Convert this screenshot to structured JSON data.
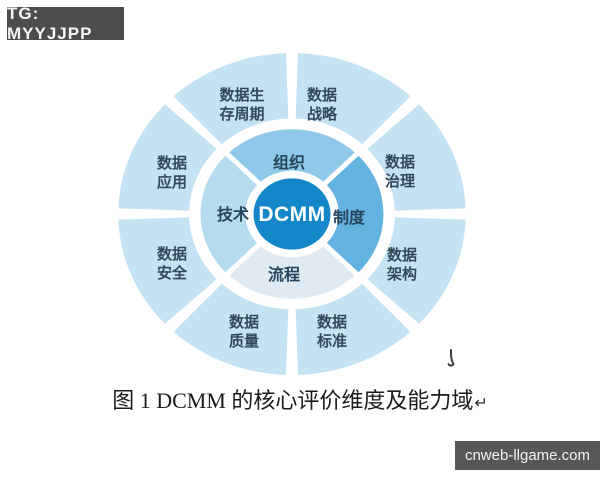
{
  "overlays": {
    "tg_badge": "TG: MYYJJPP",
    "watermark": "cnweb-llgame.com"
  },
  "figure": {
    "caption": "图 1 DCMM 的核心评价维度及能力域",
    "paragraph_mark": "↵"
  },
  "diagram": {
    "center": "DCMM",
    "inner_ring": {
      "top": "组织",
      "right": "制度",
      "bottom": "流程",
      "left": "技术"
    },
    "outer_ring": [
      {
        "id": "data-strategy",
        "line1": "数据",
        "line2": "战略"
      },
      {
        "id": "data-governance",
        "line1": "数据",
        "line2": "治理"
      },
      {
        "id": "data-architecture",
        "line1": "数据",
        "line2": "架构"
      },
      {
        "id": "data-standards",
        "line1": "数据",
        "line2": "标准"
      },
      {
        "id": "data-quality",
        "line1": "数据",
        "line2": "质量"
      },
      {
        "id": "data-security",
        "line1": "数据",
        "line2": "安全"
      },
      {
        "id": "data-application",
        "line1": "数据",
        "line2": "应用"
      },
      {
        "id": "data-lifecycle",
        "line1": "数据生",
        "line2": "存周期"
      }
    ],
    "colors": {
      "outer_ring": "#c5e2f3",
      "quadrant_top": "#8fc8e8",
      "quadrant_right": "#63b2e0",
      "quadrant_bottom": "#dfeaf2",
      "quadrant_left": "#b5dbee",
      "center_circle": "#1487c9",
      "label_text": "#32495a",
      "inner_label_text": "#27455c"
    }
  }
}
